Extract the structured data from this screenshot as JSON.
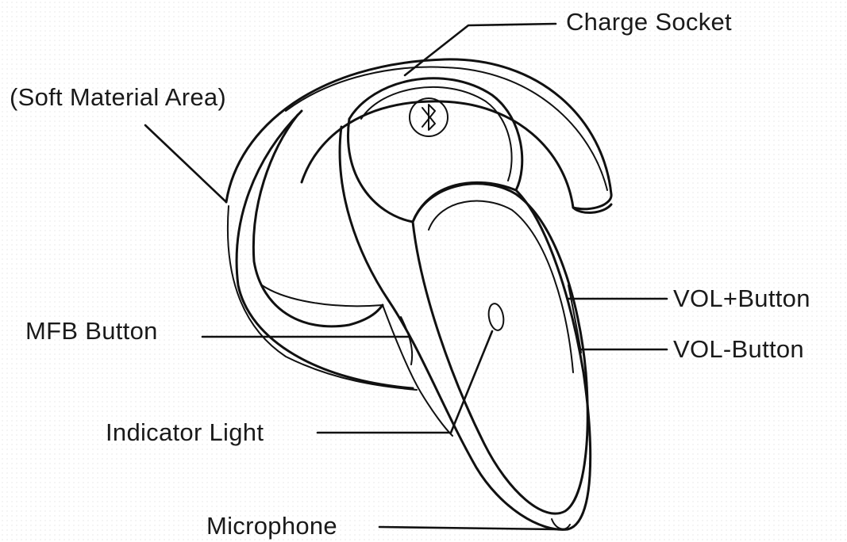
{
  "labels": {
    "charge_socket": "Charge Socket",
    "soft_material_area": "(Soft Material Area)",
    "vol_plus_button": "VOL+Button",
    "vol_minus_button": "VOL-Button",
    "mfb_button": "MFB Button",
    "indicator_light": "Indicator Light",
    "microphone": "Microphone"
  },
  "icons": {
    "bluetooth_logo": "bluetooth-icon"
  }
}
